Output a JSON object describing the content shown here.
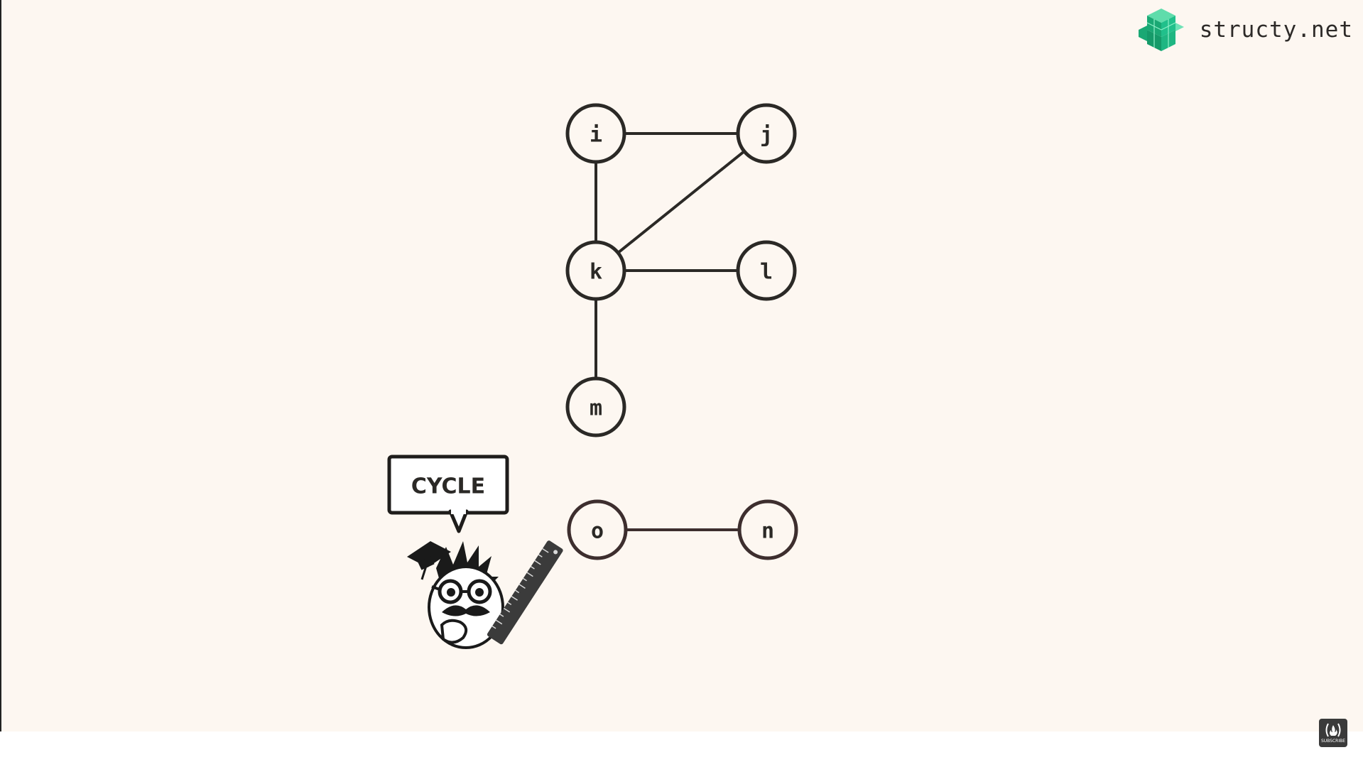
{
  "brand": {
    "name": "structy.net",
    "logo_color": "#21c08b"
  },
  "graph": {
    "nodes": [
      {
        "id": "i",
        "label": "i"
      },
      {
        "id": "j",
        "label": "j"
      },
      {
        "id": "k",
        "label": "k"
      },
      {
        "id": "l",
        "label": "l"
      },
      {
        "id": "m",
        "label": "m"
      },
      {
        "id": "o",
        "label": "o"
      },
      {
        "id": "n",
        "label": "n"
      }
    ],
    "edges": [
      [
        "i",
        "j"
      ],
      [
        "i",
        "k"
      ],
      [
        "j",
        "k"
      ],
      [
        "k",
        "l"
      ],
      [
        "k",
        "m"
      ],
      [
        "o",
        "n"
      ]
    ]
  },
  "speech_bubble": {
    "text": "CYCLE"
  },
  "subscribe_badge": {
    "label": "SUBSCRIBE"
  },
  "colors": {
    "background": "#fdf7f1",
    "stroke": "#2b2926"
  }
}
